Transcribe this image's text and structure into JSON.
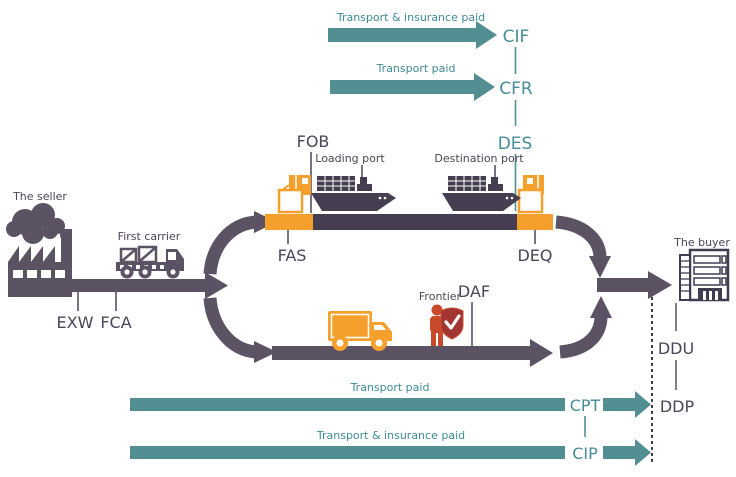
{
  "colors": {
    "purple_arrow": "#5b5263",
    "purple_bar": "#443e50",
    "teal": "#538e93",
    "teal_text": "#468d97",
    "orange": "#f5a02d",
    "person_red": "#c94a2a",
    "shield_red": "#a23431",
    "text_dark": "#4c4458"
  },
  "icons": {
    "factory": "factory-icon",
    "smoke": "smoke-icon",
    "first_carrier_truck": "truck-icon",
    "cargo_ship": "ship-icon",
    "cargo_boxes": "boxes-icon",
    "delivery_truck": "orange-truck-icon",
    "customs_officer": "person-shield-icon",
    "office_building": "building-icon"
  },
  "top_section": {
    "insurance_arrow_label": "Transport & insurance paid",
    "insurance_term": "CIF",
    "transport_arrow_label": "Transport paid",
    "transport_term": "CFR",
    "ship_term": "DES"
  },
  "seller_section": {
    "seller_label": "The seller",
    "carrier_label": "First carrier",
    "exw_term": "EXW",
    "fca_term": "FCA"
  },
  "sea_route": {
    "fob_term": "FOB",
    "loading_port_label": "Loading port",
    "destination_port_label": "Destination port",
    "fas_term": "FAS",
    "deq_term": "DEQ"
  },
  "land_route": {
    "frontier_label": "Frontier",
    "daf_term": "DAF"
  },
  "buyer_section": {
    "buyer_label": "The buyer",
    "ddu_term": "DDU",
    "ddp_term": "DDP"
  },
  "bottom_section": {
    "cpt_arrow_label": "Transport paid",
    "cpt_term": "CPT",
    "cip_arrow_label": "Transport & insurance paid",
    "cip_term": "CIP"
  }
}
